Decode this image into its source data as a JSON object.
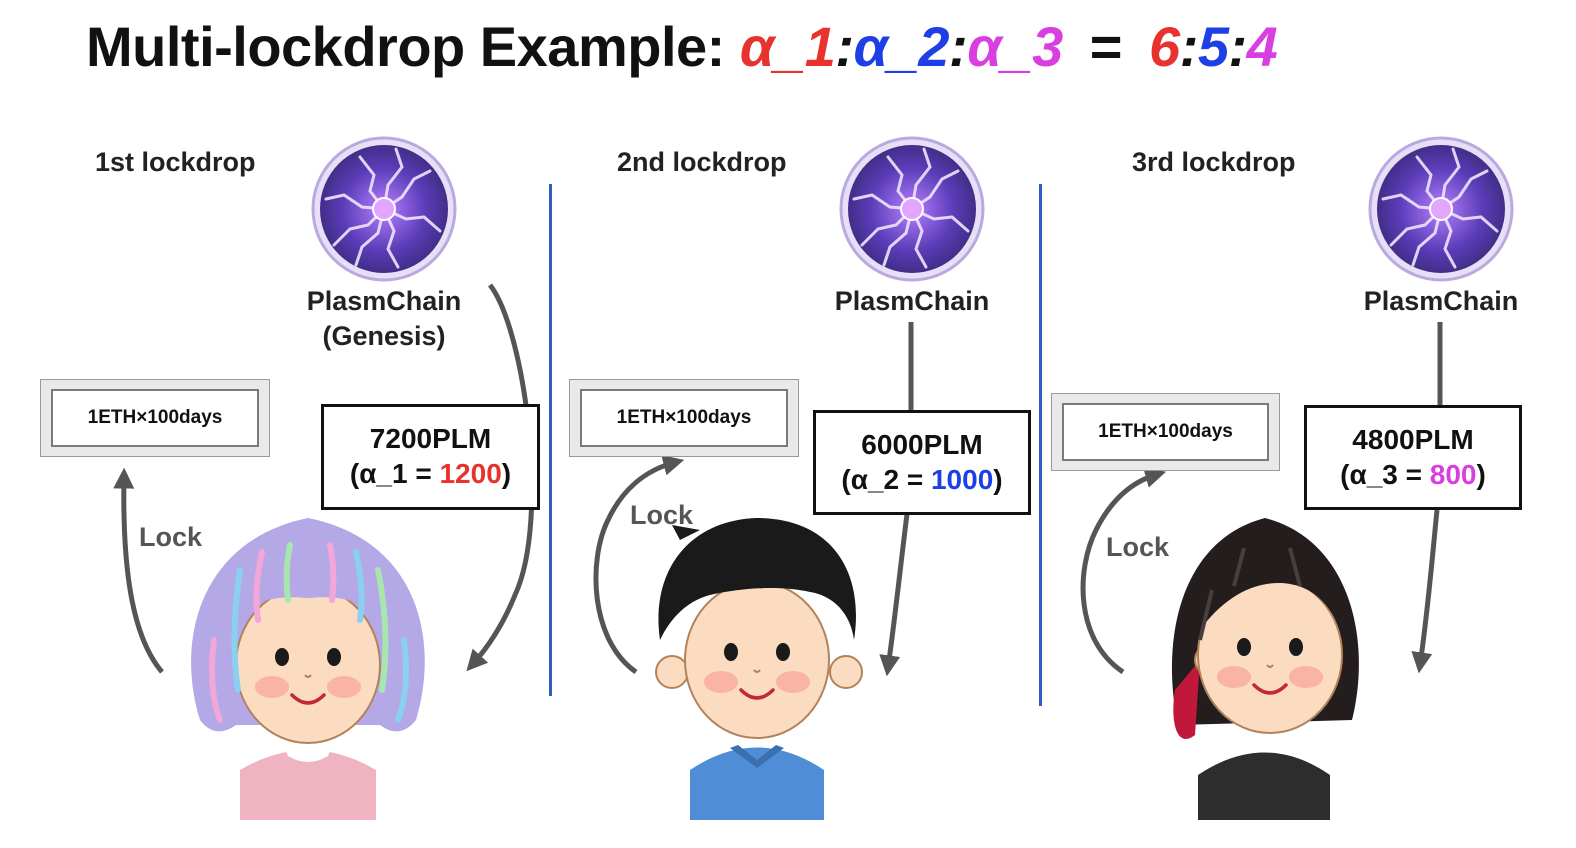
{
  "title": {
    "prefix": "Multi-lockdrop Example:",
    "a1": "α_1",
    "sep1": ":",
    "a2": "α_2",
    "sep2": ":",
    "a3": "α_3",
    "eq": "=",
    "r1": "6",
    "sep3": ":",
    "r2": "5",
    "sep4": ":",
    "r3": "4"
  },
  "colors": {
    "red": "#e8322d",
    "blue": "#1f3fe6",
    "magenta": "#d83ee0",
    "divider": "#2f5fc4",
    "arrow": "#555555",
    "orb": "#6a4bd0"
  },
  "panels": [
    {
      "label": "1st lockdrop",
      "chain_line1": "PlasmChain",
      "chain_line2": "(Genesis)",
      "lock_box": "1ETH×100days",
      "plm": "7200PLM",
      "alpha_prefix": "(α_1 = ",
      "alpha_value": "1200",
      "alpha_suffix": ")",
      "lock_word": "Lock",
      "avatar": "girl-pastel-hair"
    },
    {
      "label": "2nd lockdrop",
      "chain_line1": "PlasmChain",
      "lock_box": "1ETH×100days",
      "plm": "6000PLM",
      "alpha_prefix": "(α_2 = ",
      "alpha_value": "1000",
      "alpha_suffix": ")",
      "lock_word": "Lock",
      "avatar": "boy-black-hair"
    },
    {
      "label": "3rd lockdrop",
      "chain_line1": "PlasmChain",
      "lock_box": "1ETH×100days",
      "plm": "4800PLM",
      "alpha_prefix": "(α_3 = ",
      "alpha_value": "800",
      "alpha_suffix": ")",
      "lock_word": "Lock",
      "avatar": "person-dark-red-hair"
    }
  ]
}
